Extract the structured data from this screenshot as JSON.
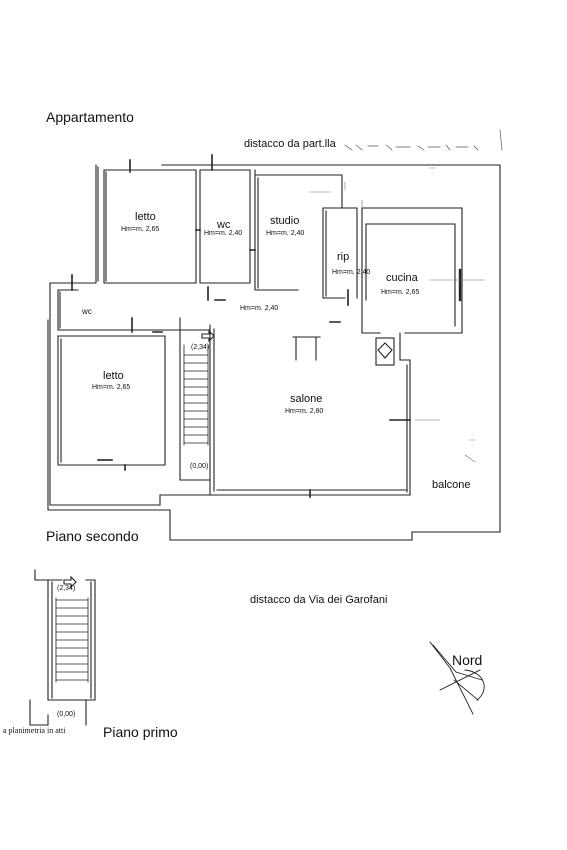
{
  "title": "Appartamento",
  "labels": {
    "boundary_top": "distacco da part.lla",
    "boundary_street": "distacco da Via dei Garofani",
    "north": "Nord",
    "floor_second": "Piano secondo",
    "floor_first": "Piano primo",
    "footer_note": "a planimetria in atti",
    "corridor_height": "Hm=m. 2,40",
    "stair_top_level": "(2,34)",
    "stair_bottom_level": "(0,00)",
    "stair2_top_level": "(2,34)",
    "stair2_bottom_level": "(0,00)"
  },
  "rooms": {
    "letto_top": {
      "name": "letto",
      "height": "Hm=m. 2,65"
    },
    "wc_top": {
      "name": "wc",
      "height": "Hm=m. 2,40"
    },
    "studio": {
      "name": "studio",
      "height": "Hm=m. 2,40"
    },
    "rip": {
      "name": "rip",
      "height": "Hm=m. 2,40"
    },
    "cucina": {
      "name": "cucina",
      "height": "Hm=m. 2,65"
    },
    "wc_small": {
      "name": "wc"
    },
    "letto_bottom": {
      "name": "letto",
      "height": "Hm=m. 2,65"
    },
    "salone": {
      "name": "salone",
      "height": "Hm=m. 2,80"
    },
    "balcone": {
      "name": "balcone"
    }
  },
  "icons": [
    "arrow-right-icon",
    "compass-north-icon"
  ]
}
